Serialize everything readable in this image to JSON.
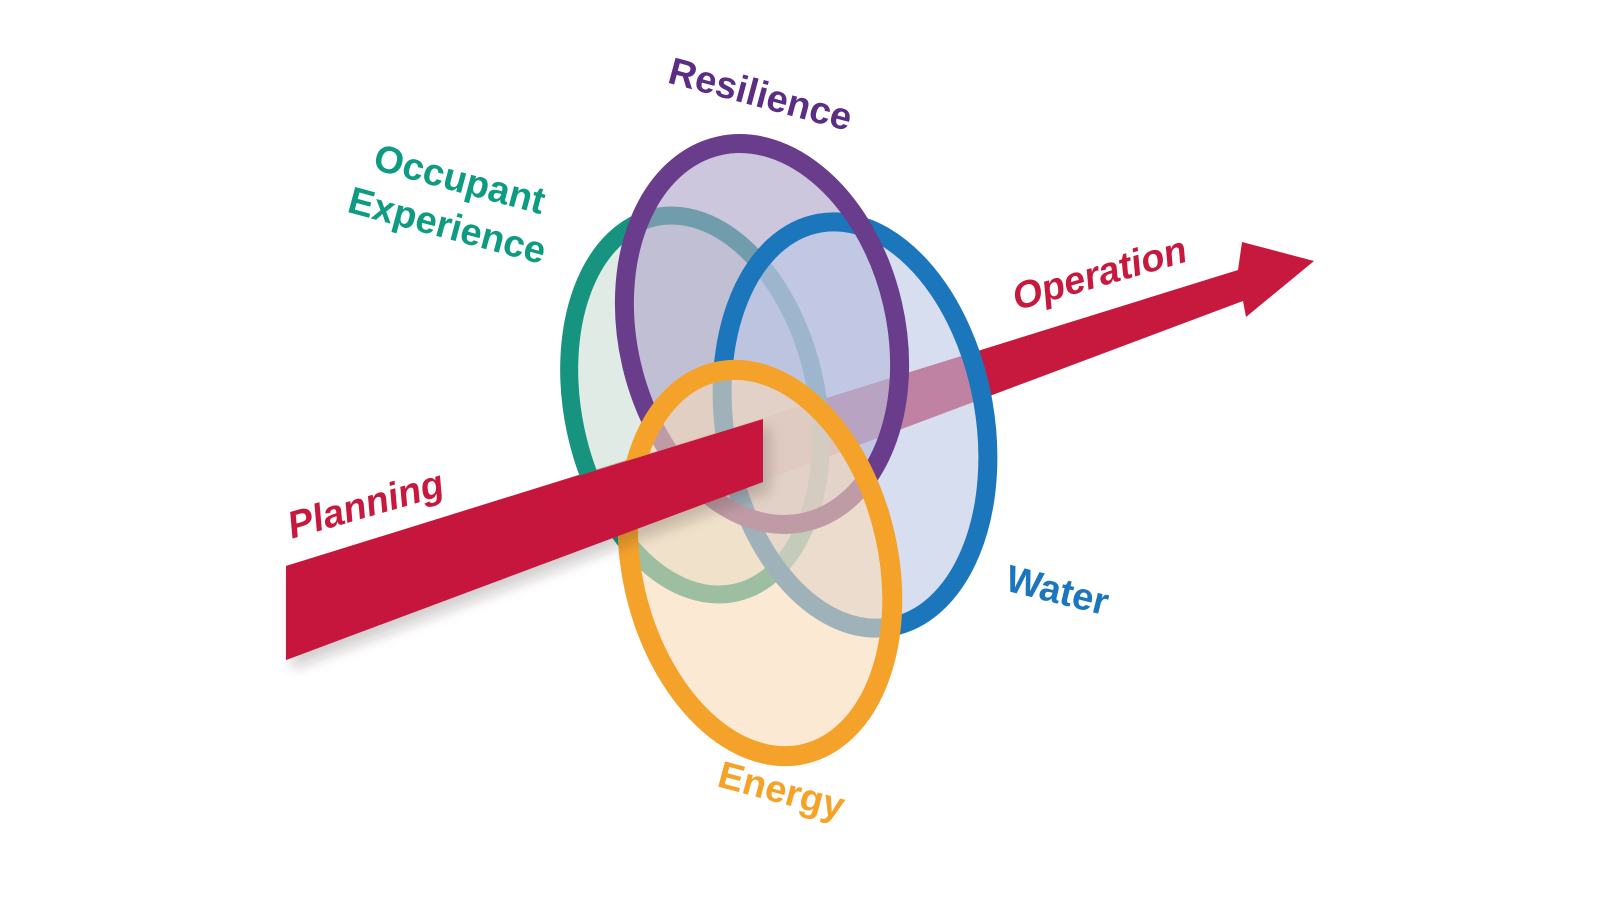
{
  "diagram": {
    "type": "venn-arrow-diagram",
    "background_color": "#FFFFFF",
    "venn": {
      "resilience": {
        "label": "Resilience",
        "stroke_color": "#6A3C8C",
        "fill_color": "rgba(172,162,200,0.6)",
        "label_color": "#5C2D84"
      },
      "occupant_experience": {
        "label": "Occupant Experience",
        "label_line1": "Occupant",
        "label_line2": "Experience",
        "stroke_color": "#17947F",
        "fill_color": "rgba(203,222,212,0.6)",
        "label_color": "#0D9B81"
      },
      "water": {
        "label": "Water",
        "stroke_color": "#1B76BC",
        "fill_color": "rgba(187,200,230,0.6)",
        "label_color": "#1C76BD"
      },
      "energy": {
        "label": "Energy",
        "stroke_color": "#F5A22B",
        "fill_color": "rgba(248,218,183,0.6)",
        "label_color": "#F6A227"
      }
    },
    "arrow": {
      "start_label": "Planning",
      "end_label": "Operation",
      "color": "#C7193E",
      "direction": "lower-left to upper-right"
    }
  }
}
